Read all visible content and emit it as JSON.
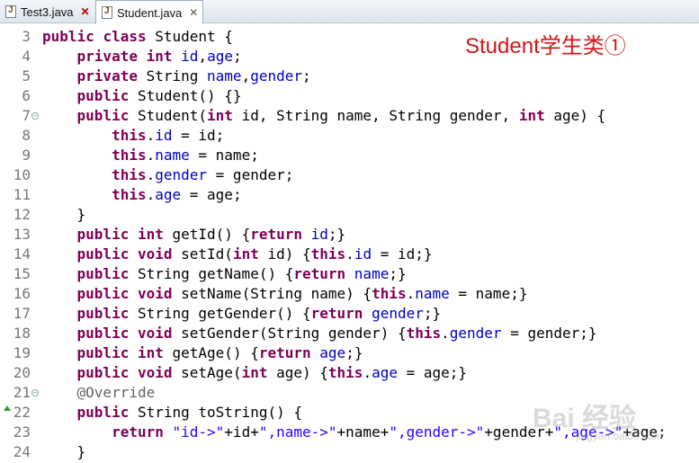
{
  "tabs": [
    {
      "label": "Test3.java",
      "active": false
    },
    {
      "label": "Student.java",
      "active": true
    }
  ],
  "editor": {
    "annotation": "Student学生类①",
    "lines": [
      {
        "n": "3",
        "fold": false,
        "marker": false,
        "tokens": [
          [
            "kw",
            "public"
          ],
          [
            "t",
            " "
          ],
          [
            "kw",
            "class"
          ],
          [
            "t",
            " Student {"
          ]
        ]
      },
      {
        "n": "4",
        "fold": false,
        "marker": false,
        "tokens": [
          [
            "t",
            "    "
          ],
          [
            "kw",
            "private"
          ],
          [
            "t",
            " "
          ],
          [
            "kw",
            "int"
          ],
          [
            "t",
            " "
          ],
          [
            "fld",
            "id"
          ],
          [
            "t",
            ","
          ],
          [
            "fld",
            "age"
          ],
          [
            "t",
            ";"
          ]
        ]
      },
      {
        "n": "5",
        "fold": false,
        "marker": false,
        "tokens": [
          [
            "t",
            "    "
          ],
          [
            "kw",
            "private"
          ],
          [
            "t",
            " String "
          ],
          [
            "fld",
            "name"
          ],
          [
            "t",
            ","
          ],
          [
            "fld",
            "gender"
          ],
          [
            "t",
            ";"
          ]
        ]
      },
      {
        "n": "6",
        "fold": false,
        "marker": false,
        "tokens": [
          [
            "t",
            "    "
          ],
          [
            "kw",
            "public"
          ],
          [
            "t",
            " Student() {}"
          ]
        ]
      },
      {
        "n": "7",
        "fold": true,
        "marker": false,
        "tokens": [
          [
            "t",
            "    "
          ],
          [
            "kw",
            "public"
          ],
          [
            "t",
            " Student("
          ],
          [
            "kw",
            "int"
          ],
          [
            "t",
            " id, String name, String gender, "
          ],
          [
            "kw",
            "int"
          ],
          [
            "t",
            " age) {"
          ]
        ]
      },
      {
        "n": "8",
        "fold": false,
        "marker": false,
        "tokens": [
          [
            "t",
            "        "
          ],
          [
            "kw",
            "this"
          ],
          [
            "t",
            "."
          ],
          [
            "fld",
            "id"
          ],
          [
            "t",
            " = id;"
          ]
        ]
      },
      {
        "n": "9",
        "fold": false,
        "marker": false,
        "tokens": [
          [
            "t",
            "        "
          ],
          [
            "kw",
            "this"
          ],
          [
            "t",
            "."
          ],
          [
            "fld",
            "name"
          ],
          [
            "t",
            " = name;"
          ]
        ]
      },
      {
        "n": "10",
        "fold": false,
        "marker": false,
        "tokens": [
          [
            "t",
            "        "
          ],
          [
            "kw",
            "this"
          ],
          [
            "t",
            "."
          ],
          [
            "fld",
            "gender"
          ],
          [
            "t",
            " = gender;"
          ]
        ]
      },
      {
        "n": "11",
        "fold": false,
        "marker": false,
        "tokens": [
          [
            "t",
            "        "
          ],
          [
            "kw",
            "this"
          ],
          [
            "t",
            "."
          ],
          [
            "fld",
            "age"
          ],
          [
            "t",
            " = age;"
          ]
        ]
      },
      {
        "n": "12",
        "fold": false,
        "marker": false,
        "tokens": [
          [
            "t",
            "    }"
          ]
        ]
      },
      {
        "n": "13",
        "fold": false,
        "marker": false,
        "tokens": [
          [
            "t",
            "    "
          ],
          [
            "kw",
            "public"
          ],
          [
            "t",
            " "
          ],
          [
            "kw",
            "int"
          ],
          [
            "t",
            " getId() {"
          ],
          [
            "kw",
            "return"
          ],
          [
            "t",
            " "
          ],
          [
            "fld",
            "id"
          ],
          [
            "t",
            ";}"
          ]
        ]
      },
      {
        "n": "14",
        "fold": false,
        "marker": false,
        "tokens": [
          [
            "t",
            "    "
          ],
          [
            "kw",
            "public"
          ],
          [
            "t",
            " "
          ],
          [
            "kw",
            "void"
          ],
          [
            "t",
            " setId("
          ],
          [
            "kw",
            "int"
          ],
          [
            "t",
            " id) {"
          ],
          [
            "kw",
            "this"
          ],
          [
            "t",
            "."
          ],
          [
            "fld",
            "id"
          ],
          [
            "t",
            " = id;}"
          ]
        ]
      },
      {
        "n": "15",
        "fold": false,
        "marker": false,
        "tokens": [
          [
            "t",
            "    "
          ],
          [
            "kw",
            "public"
          ],
          [
            "t",
            " String getName() {"
          ],
          [
            "kw",
            "return"
          ],
          [
            "t",
            " "
          ],
          [
            "fld",
            "name"
          ],
          [
            "t",
            ";}"
          ]
        ]
      },
      {
        "n": "16",
        "fold": false,
        "marker": false,
        "tokens": [
          [
            "t",
            "    "
          ],
          [
            "kw",
            "public"
          ],
          [
            "t",
            " "
          ],
          [
            "kw",
            "void"
          ],
          [
            "t",
            " setName(String name) {"
          ],
          [
            "kw",
            "this"
          ],
          [
            "t",
            "."
          ],
          [
            "fld",
            "name"
          ],
          [
            "t",
            " = name;}"
          ]
        ]
      },
      {
        "n": "17",
        "fold": false,
        "marker": false,
        "tokens": [
          [
            "t",
            "    "
          ],
          [
            "kw",
            "public"
          ],
          [
            "t",
            " String getGender() {"
          ],
          [
            "kw",
            "return"
          ],
          [
            "t",
            " "
          ],
          [
            "fld",
            "gender"
          ],
          [
            "t",
            ";}"
          ]
        ]
      },
      {
        "n": "18",
        "fold": false,
        "marker": false,
        "tokens": [
          [
            "t",
            "    "
          ],
          [
            "kw",
            "public"
          ],
          [
            "t",
            " "
          ],
          [
            "kw",
            "void"
          ],
          [
            "t",
            " setGender(String gender) {"
          ],
          [
            "kw",
            "this"
          ],
          [
            "t",
            "."
          ],
          [
            "fld",
            "gender"
          ],
          [
            "t",
            " = gender;}"
          ]
        ]
      },
      {
        "n": "19",
        "fold": false,
        "marker": false,
        "tokens": [
          [
            "t",
            "    "
          ],
          [
            "kw",
            "public"
          ],
          [
            "t",
            " "
          ],
          [
            "kw",
            "int"
          ],
          [
            "t",
            " getAge() {"
          ],
          [
            "kw",
            "return"
          ],
          [
            "t",
            " "
          ],
          [
            "fld",
            "age"
          ],
          [
            "t",
            ";}"
          ]
        ]
      },
      {
        "n": "20",
        "fold": false,
        "marker": false,
        "tokens": [
          [
            "t",
            "    "
          ],
          [
            "kw",
            "public"
          ],
          [
            "t",
            " "
          ],
          [
            "kw",
            "void"
          ],
          [
            "t",
            " setAge("
          ],
          [
            "kw",
            "int"
          ],
          [
            "t",
            " age) {"
          ],
          [
            "kw",
            "this"
          ],
          [
            "t",
            "."
          ],
          [
            "fld",
            "age"
          ],
          [
            "t",
            " = age;}"
          ]
        ]
      },
      {
        "n": "21",
        "fold": true,
        "marker": false,
        "tokens": [
          [
            "t",
            "    "
          ],
          [
            "ann",
            "@Override"
          ]
        ]
      },
      {
        "n": "22",
        "fold": false,
        "marker": true,
        "tokens": [
          [
            "t",
            "    "
          ],
          [
            "kw",
            "public"
          ],
          [
            "t",
            " String toString() {"
          ]
        ]
      },
      {
        "n": "23",
        "fold": false,
        "marker": false,
        "tokens": [
          [
            "t",
            "        "
          ],
          [
            "kw",
            "return"
          ],
          [
            "t",
            " "
          ],
          [
            "str",
            "\"id->\""
          ],
          [
            "t",
            "+id+"
          ],
          [
            "str",
            "\",name->\""
          ],
          [
            "t",
            "+name+"
          ],
          [
            "str",
            "\",gender->\""
          ],
          [
            "t",
            "+gender+"
          ],
          [
            "str",
            "\",age->\""
          ],
          [
            "t",
            "+age;"
          ]
        ]
      },
      {
        "n": "24",
        "fold": false,
        "marker": false,
        "tokens": [
          [
            "t",
            "    }"
          ]
        ]
      }
    ]
  },
  "watermark": {
    "brand": "Bai 经验",
    "sub": "jingyan.baidu.com"
  },
  "colors": {
    "keyword": "#7f0055",
    "field": "#0000c0",
    "string": "#2a00ff",
    "annotation_title": "#d01818"
  }
}
